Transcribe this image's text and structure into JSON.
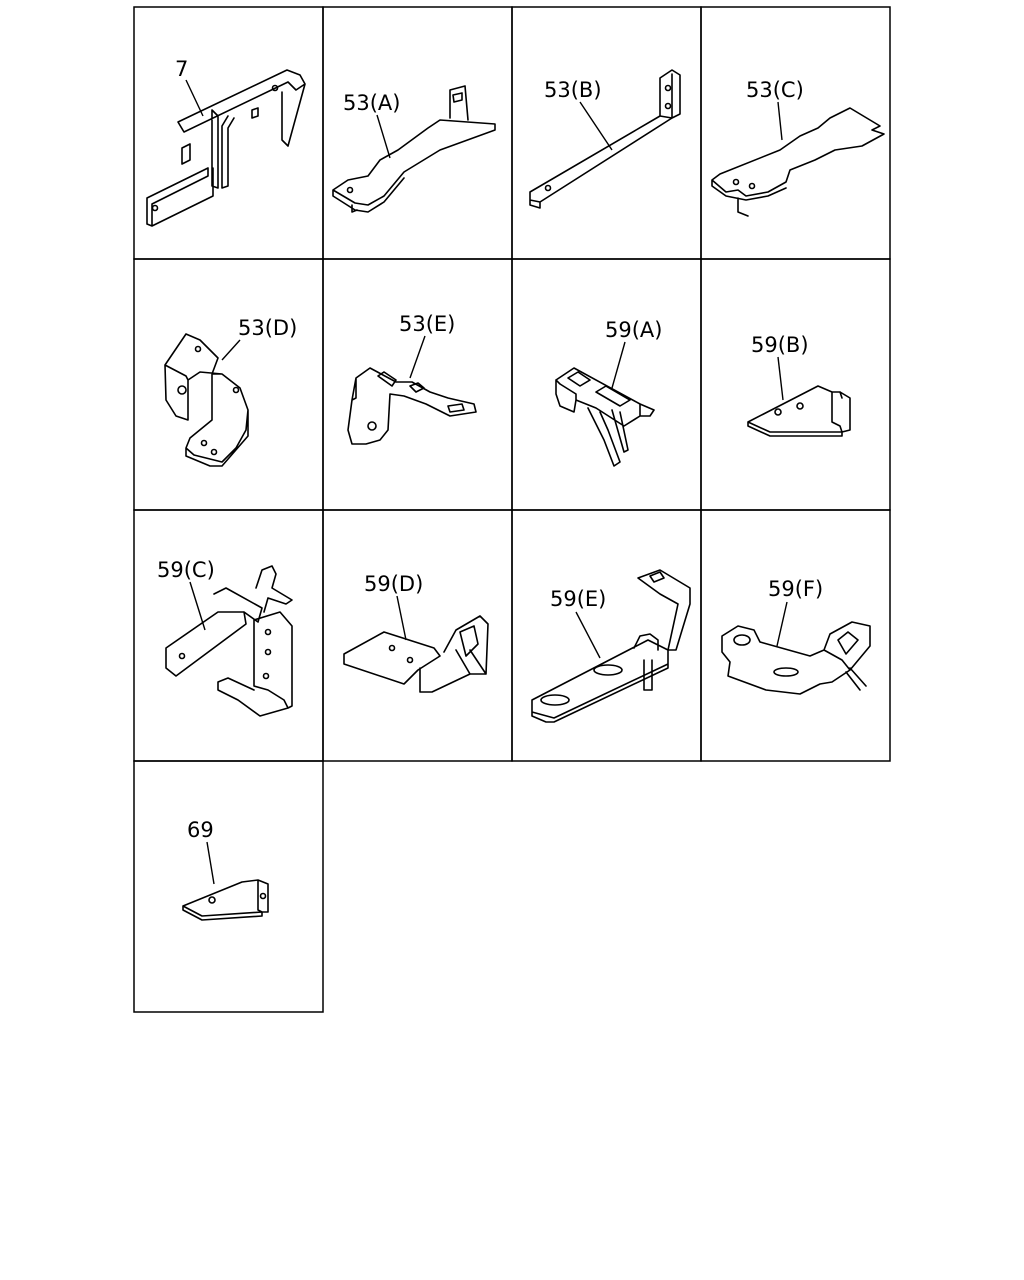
{
  "parts": [
    {
      "id": "p7",
      "label": "7"
    },
    {
      "id": "p53a",
      "label": "53(A)"
    },
    {
      "id": "p53b",
      "label": "53(B)"
    },
    {
      "id": "p53c",
      "label": "53(C)"
    },
    {
      "id": "p53d",
      "label": "53(D)"
    },
    {
      "id": "p53e",
      "label": "53(E)"
    },
    {
      "id": "p59a",
      "label": "59(A)"
    },
    {
      "id": "p59b",
      "label": "59(B)"
    },
    {
      "id": "p59c",
      "label": "59(C)"
    },
    {
      "id": "p59d",
      "label": "59(D)"
    },
    {
      "id": "p59e",
      "label": "59(E)"
    },
    {
      "id": "p59f",
      "label": "59(F)"
    },
    {
      "id": "p69",
      "label": "69"
    }
  ]
}
